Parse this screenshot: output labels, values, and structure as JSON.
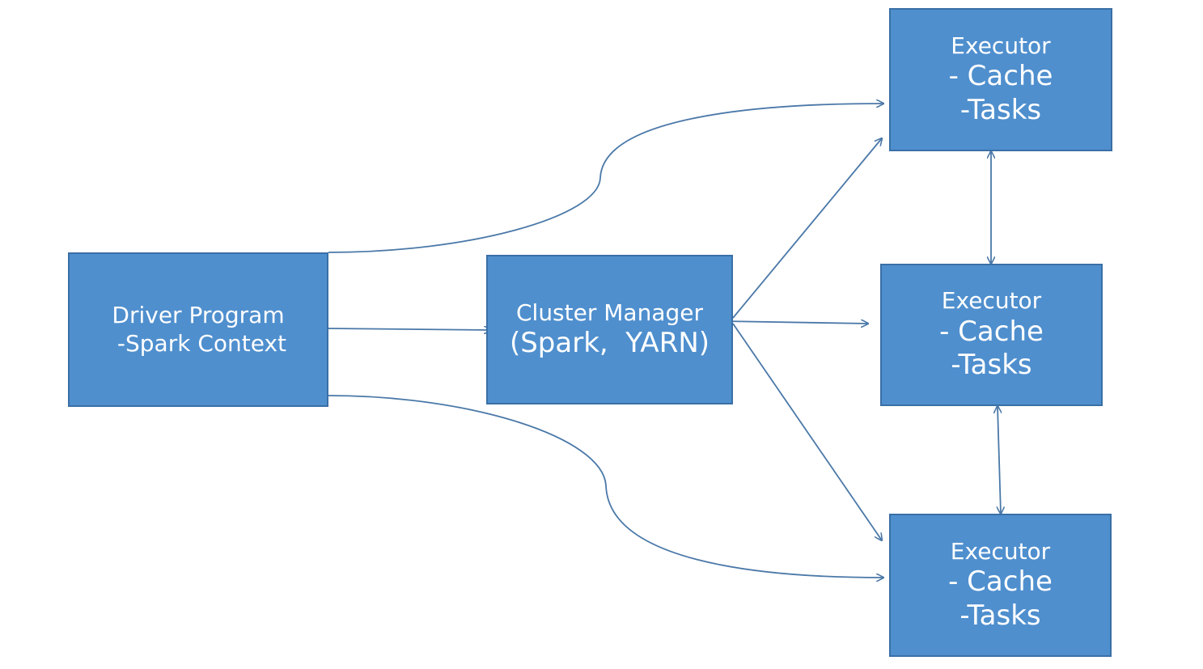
{
  "driver": {
    "line1": "Driver Program",
    "line2": " -Spark Context"
  },
  "manager": {
    "line1": "Cluster Manager",
    "line2": "(Spark,  YARN)"
  },
  "executors": [
    {
      "title": "Executor",
      "cache": "- Cache",
      "tasks": "-Tasks"
    },
    {
      "title": "Executor",
      "cache": "- Cache",
      "tasks": "-Tasks"
    },
    {
      "title": "Executor",
      "cache": "- Cache",
      "tasks": "-Tasks"
    }
  ],
  "colors": {
    "node_fill": "#4f8fce",
    "node_border": "#3a6fa6",
    "edge": "#4a78a8",
    "text": "#ffffff"
  }
}
